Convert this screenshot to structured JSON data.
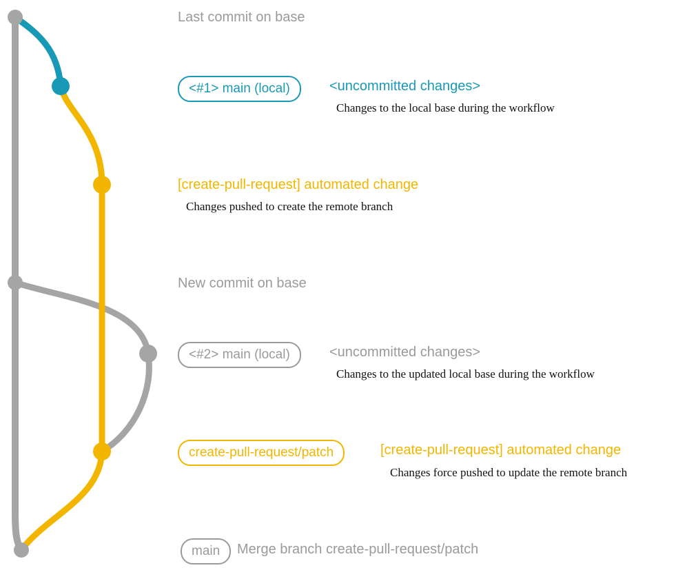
{
  "colors": {
    "gray_line": "#a5a5a5",
    "gray_text": "#9a9a9a",
    "teal": "#1899b5",
    "yellow": "#f2b600",
    "black": "#111111"
  },
  "graph": {
    "nodes": [
      "last-commit-on-base",
      "main-local-1-commit",
      "create-pull-request-commit-1",
      "new-commit-on-base",
      "main-local-2-commit",
      "create-pull-request-commit-2",
      "merge-commit"
    ]
  },
  "rows": {
    "last_commit": {
      "label": "Last commit on base"
    },
    "commit1": {
      "badge": "<#1> main (local)",
      "status": "<uncommitted changes>",
      "desc": "Changes to the local base during the workflow"
    },
    "automated1": {
      "label": "[create-pull-request] automated change",
      "desc": "Changes pushed to create the remote branch"
    },
    "new_commit": {
      "label": "New commit on base"
    },
    "commit2": {
      "badge": "<#2> main (local)",
      "status": "<uncommitted changes>",
      "desc": "Changes to the updated local base during the workflow"
    },
    "patch": {
      "badge": "create-pull-request/patch",
      "label": "[create-pull-request] automated change",
      "desc": "Changes force pushed to update the remote branch"
    },
    "merge": {
      "badge": "main",
      "label": "Merge branch create-pull-request/patch"
    }
  }
}
